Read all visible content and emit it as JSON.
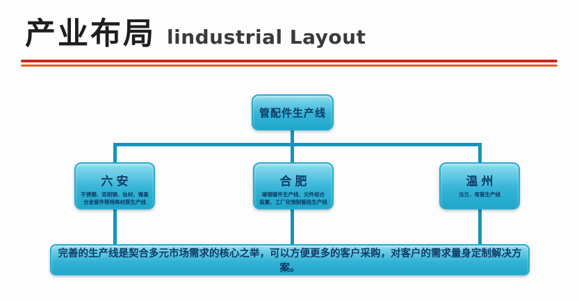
{
  "header": {
    "title_cn": "产业布局",
    "title_en": "lindustrial Layout"
  },
  "diagram": {
    "root": {
      "label": "管配件生产线"
    },
    "children": [
      {
        "label": "六安",
        "desc": "不锈钢、双相钢、钛材、镍基\n合金管件等特殊材质生产线"
      },
      {
        "label": "合肥",
        "desc": "碳钢管件生产线、元件组合\n装置、工厂化预制管段生产线"
      },
      {
        "label": "温州",
        "desc": "法兰、弯管生产线"
      }
    ],
    "footer": "完善的生产线是契合多元市场需求的核心之举，可以方便更多的客户采购，对客户的需求量身定制解决方案。"
  },
  "colors": {
    "title-dark": "#1f1f1f",
    "title-gray": "#3a3a3a",
    "rule-red": "#c9291b",
    "rule-orange": "#e05f1e",
    "connector": "#1494ba",
    "box-light": "#8edcee",
    "box-mid": "#35b4d7",
    "box-dark": "#1fa6ca",
    "box-border": "#2aa9cc",
    "text-navy": "#0b3b66"
  }
}
